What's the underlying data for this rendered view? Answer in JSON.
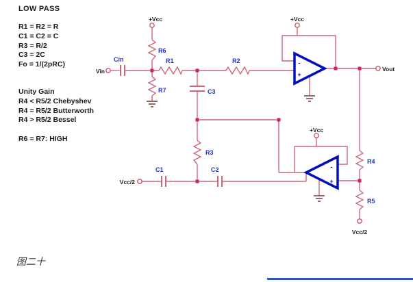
{
  "notes": {
    "title": "LOW PASS",
    "equations": [
      "R1 = R2 = R",
      "C1 = C2 = C",
      "R3 = R/2",
      "C3 = 2C",
      "Fo = 1/(2pRC)"
    ],
    "gain_heading": "Unity Gain",
    "gain_options": [
      "R4 < R5/2 Chebyshev",
      "R4 = R5/2 Butterworth",
      "R4 > R5/2 Bessel"
    ],
    "bias_note": "R6 = R7: HIGH"
  },
  "caption": "图二十",
  "schematic": {
    "terminals": {
      "vin": "Vin",
      "vout": "Vout",
      "vcc_top": "+Vcc",
      "vcc_amp1": "+Vcc",
      "vcc_amp2": "+Vcc",
      "vcc_half_left": "Vcc/2",
      "vcc_half_bottom": "Vcc/2"
    },
    "components": {
      "cin": "Cin",
      "r1": "R1",
      "r2": "R2",
      "r3": "R3",
      "r4": "R4",
      "r5": "R5",
      "r6": "R6",
      "r7": "R7",
      "c1": "C1",
      "c2": "C2",
      "c3": "C3"
    },
    "opamp": {
      "plus": "+",
      "minus": "-"
    },
    "colors": {
      "wire": "#cc6677",
      "junction": "#cc2266",
      "component_label": "#2233cc",
      "opamp_stroke": "#0011bb",
      "terminal": "#cc5566",
      "ground": "#7a4444",
      "text": "#1a1a1a",
      "divider": "#3355bb"
    }
  }
}
